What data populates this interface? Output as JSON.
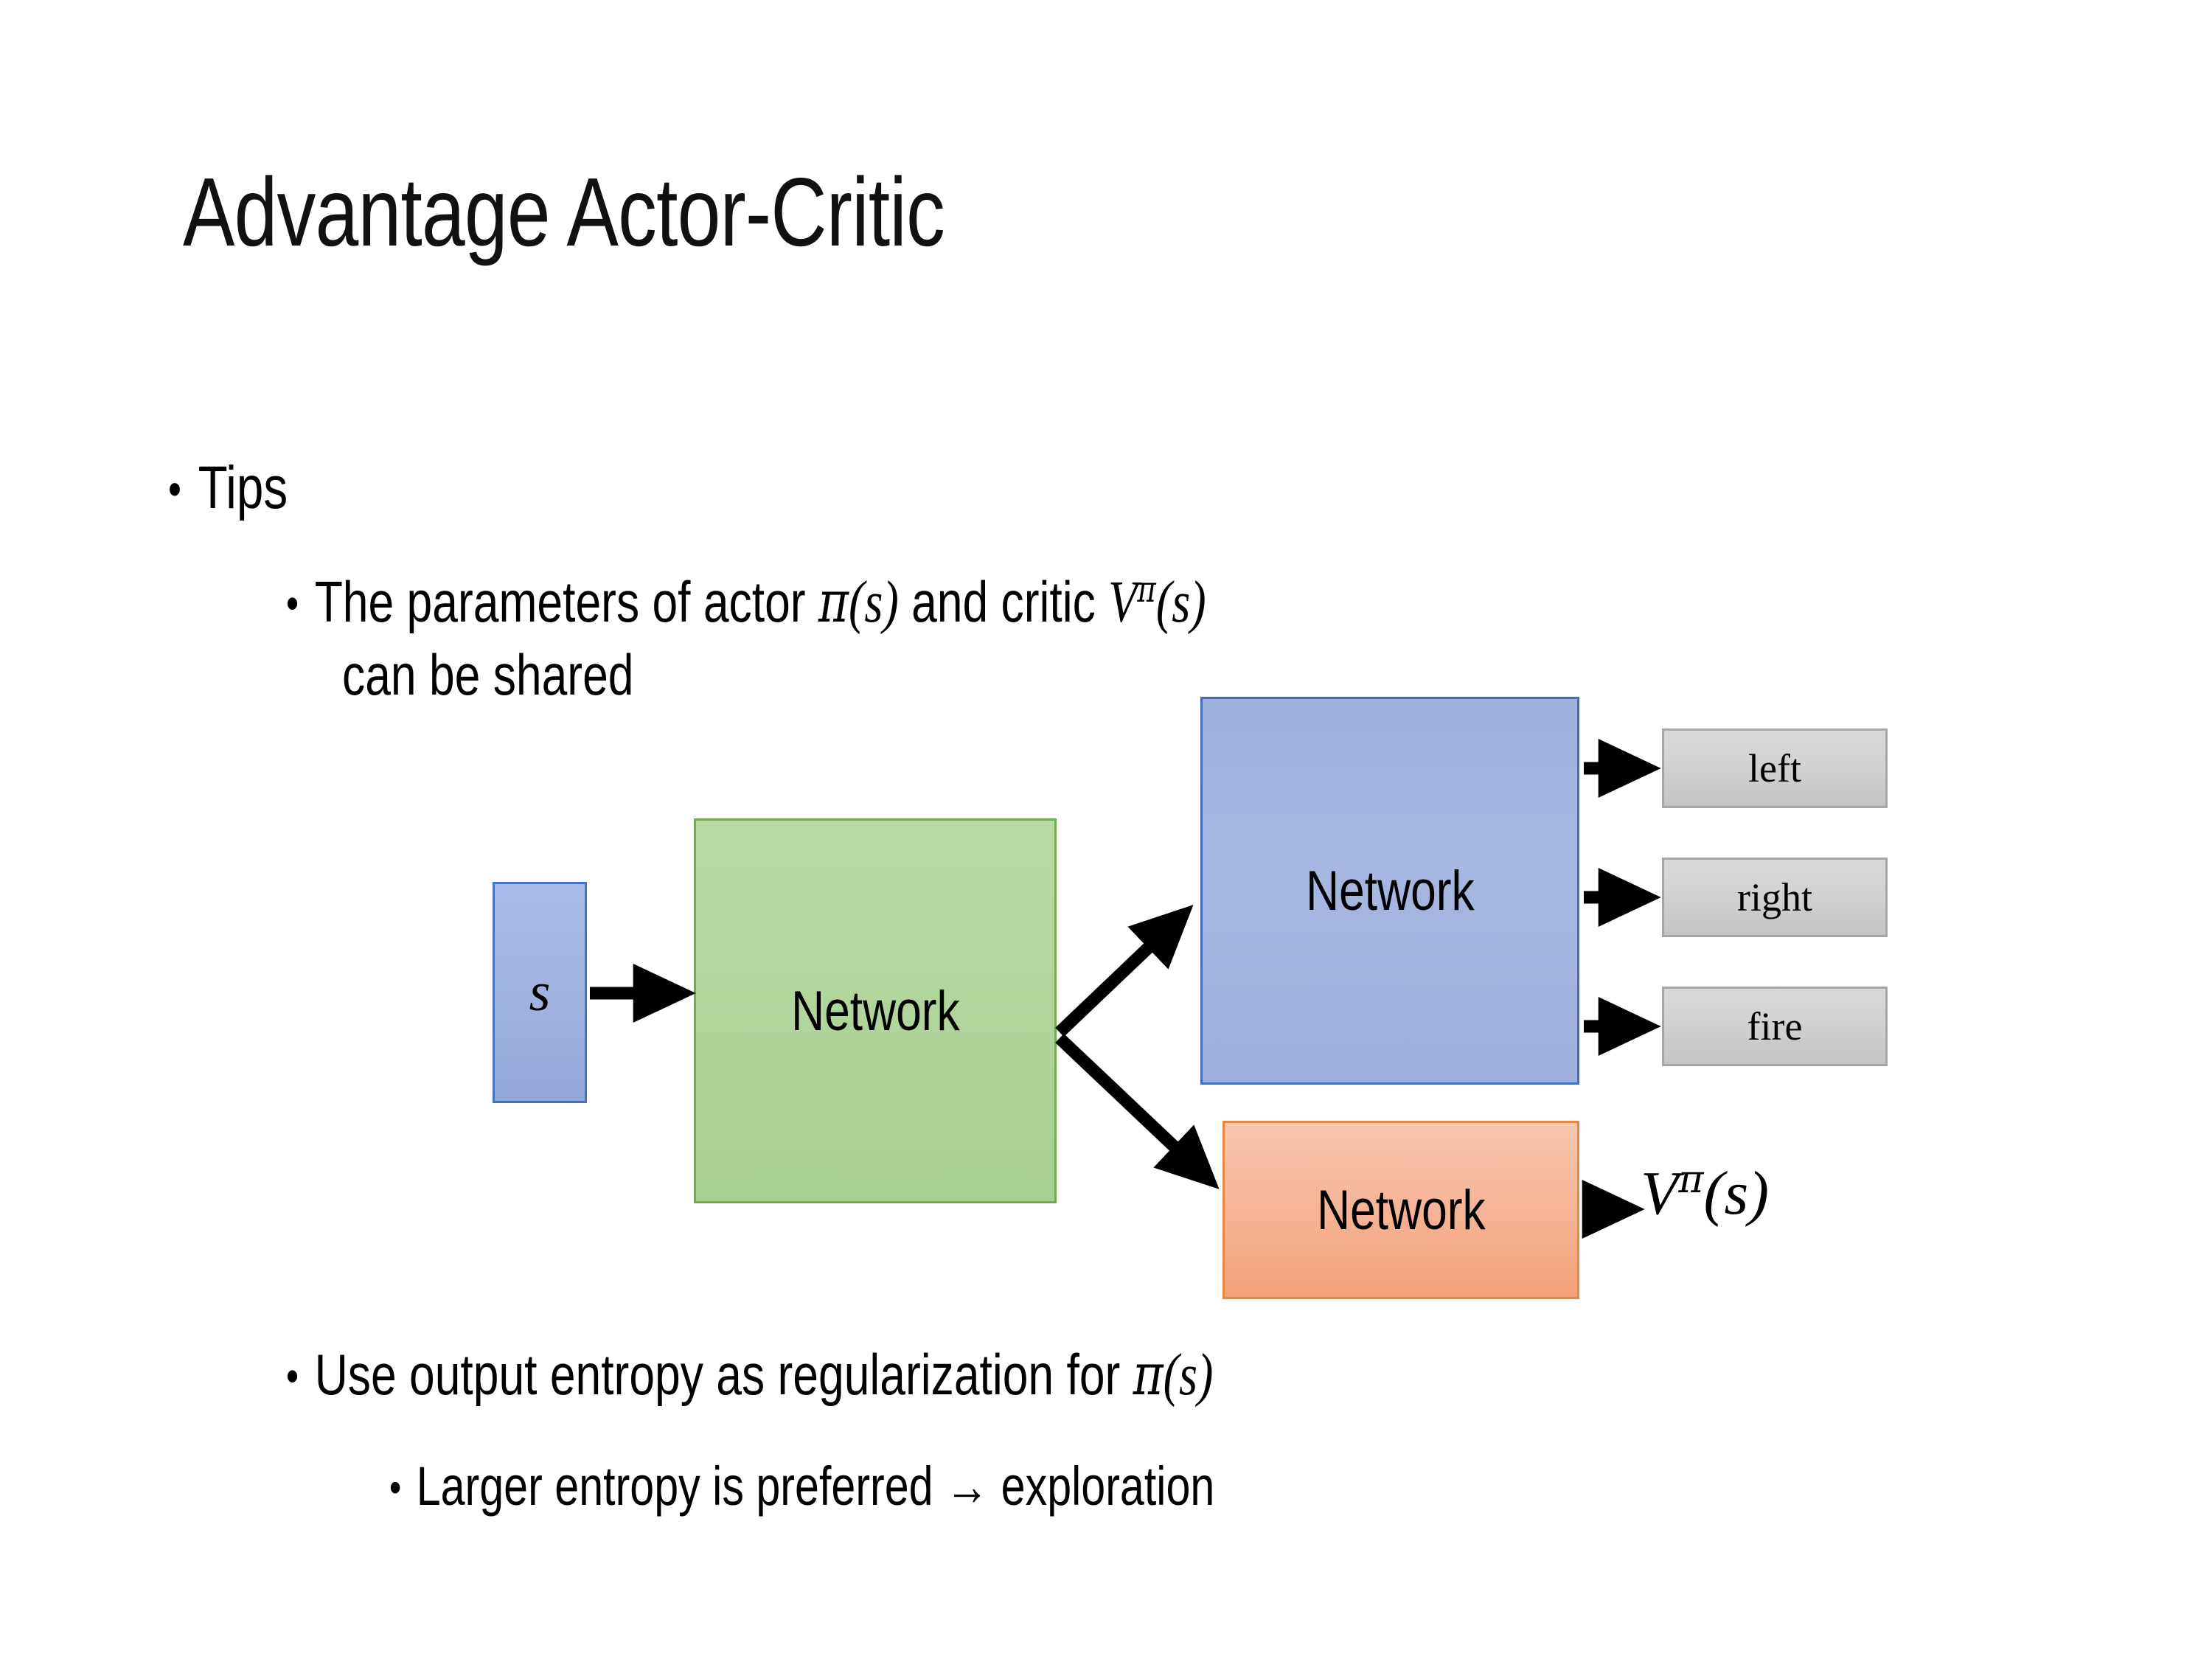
{
  "slide": {
    "title": "Advantage Actor-Critic",
    "background_color": "#FFFFFF"
  },
  "bullets": {
    "tips": "Tips",
    "shared_line1_a": "The parameters of actor ",
    "shared_line1_pi": "π",
    "shared_line1_paren_s": "(s)",
    "shared_line1_b": "  and critic ",
    "shared_line1_V": "V",
    "shared_line1_Vsup": "π",
    "shared_line1_Vparen_s": "(s)",
    "shared_line2": "can be shared",
    "entropy_a": "Use output entropy as regularization for ",
    "entropy_pi": "π",
    "entropy_paren_s": "(s)",
    "exploration": "Larger entropy is preferred → exploration"
  },
  "diagram": {
    "state_box": {
      "label": "s",
      "fill": "#A3B4DE",
      "border": "#4472C4"
    },
    "shared_network": {
      "label": "Network",
      "fill": "#AFD39C",
      "border": "#72AB4E"
    },
    "actor_network": {
      "label": "Network",
      "fill": "#A3B4DE",
      "border": "#3F6FB5"
    },
    "critic_network": {
      "label": "Network",
      "fill": "#F4A27A",
      "border": "#E8883F"
    },
    "actions": [
      {
        "label": "left",
        "fill": "#CFCFCF",
        "border": "#A6A6A6"
      },
      {
        "label": "right",
        "fill": "#CFCFCF",
        "border": "#A6A6A6"
      },
      {
        "label": "fire",
        "fill": "#CFCFCF",
        "border": "#A6A6A6"
      }
    ],
    "critic_output": {
      "V": "V",
      "sup": "π",
      "arg": "(s)"
    },
    "arrow_color": "#000000"
  }
}
